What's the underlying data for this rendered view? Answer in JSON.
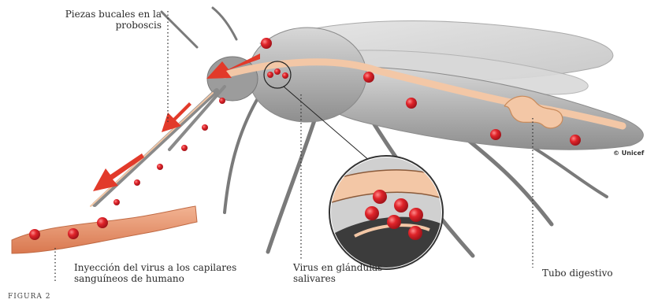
{
  "labels": {
    "proboscis_line1": "Piezas bucales en la",
    "proboscis_line2": "proboscis",
    "injection_line1": "Inyección del virus a los capilares",
    "injection_line2": "sanguíneos de humano",
    "salivary_line1": "Virus en glándulas",
    "salivary_line2": "salivares",
    "digestive": "Tubo digestivo"
  },
  "credit": "© Unicef",
  "caption": "FIGURA 2",
  "colors": {
    "virus": "#e0242a",
    "arrow": "#e23a2a",
    "body_gray": "#b9b9b9",
    "dark_gray": "#6f6f6f",
    "gut": "#f3c7a6",
    "capillary": "#e8906a"
  }
}
